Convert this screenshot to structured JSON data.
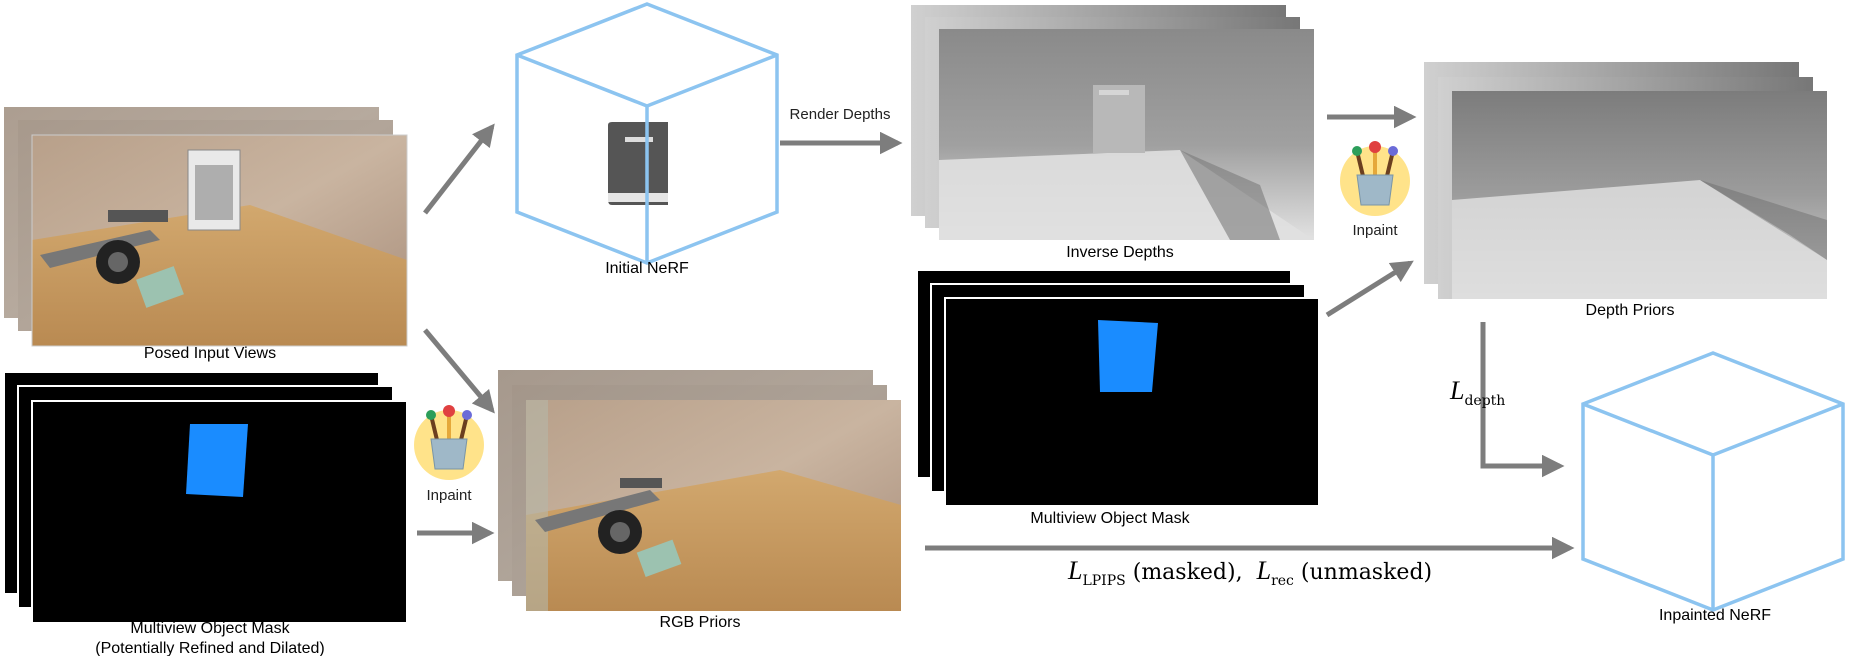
{
  "labels": {
    "posed_input_views": "Posed Input Views",
    "multiview_mask_left_line1": "Multiview Object Mask",
    "multiview_mask_left_line2": "(Potentially Refined and Dilated)",
    "initial_nerf": "Initial NeRF",
    "render_depths": "Render Depths",
    "rgb_priors": "RGB Priors",
    "inpaint_left": "Inpaint",
    "inverse_depths": "Inverse Depths",
    "multiview_mask_mid": "Multiview Object Mask",
    "inpaint_right": "Inpaint",
    "depth_priors": "Depth Priors",
    "inpainted_nerf": "Inpainted NeRF"
  },
  "losses": {
    "depth_symbol": "L",
    "depth_sub": "depth",
    "lpips_symbol": "L",
    "lpips_sub": "LPIPS",
    "lpips_note": "(masked),",
    "rec_symbol": "L",
    "rec_sub": "rec",
    "rec_note": "(unmasked)"
  },
  "colors": {
    "cube_edge": "#8cc4f0",
    "mask_blue": "#1a8cff",
    "arrow_gray": "#7d7d7d",
    "brick_top": "#f7e04a",
    "brick_bottom": "#f07a56",
    "book": "#555555",
    "brush_jar": "#ffe38a"
  }
}
